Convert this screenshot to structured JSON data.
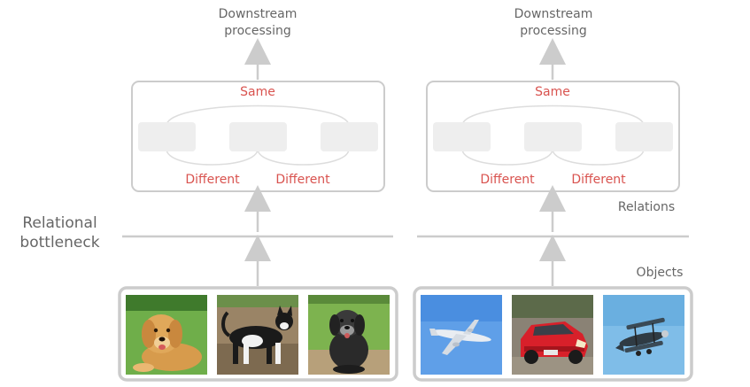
{
  "left_panel": {
    "output_label": "Downstream processing",
    "same_label": "Same",
    "different_label_1": "Different",
    "different_label_2": "Different",
    "side_label": "Relational bottleneck",
    "images": [
      {
        "subject": "golden-retriever"
      },
      {
        "subject": "black-white-cat"
      },
      {
        "subject": "old-black-dog"
      }
    ]
  },
  "right_panel": {
    "output_label": "Downstream processing",
    "same_label": "Same",
    "different_label_1": "Different",
    "different_label_2": "Different",
    "relations_label": "Relations",
    "objects_label": "Objects",
    "images": [
      {
        "subject": "airliner"
      },
      {
        "subject": "red-car"
      },
      {
        "subject": "biplane"
      }
    ]
  },
  "colors": {
    "frame": "#cccccc",
    "slot": "#eeeeee",
    "accent": "#d9534f",
    "text": "#666666"
  }
}
